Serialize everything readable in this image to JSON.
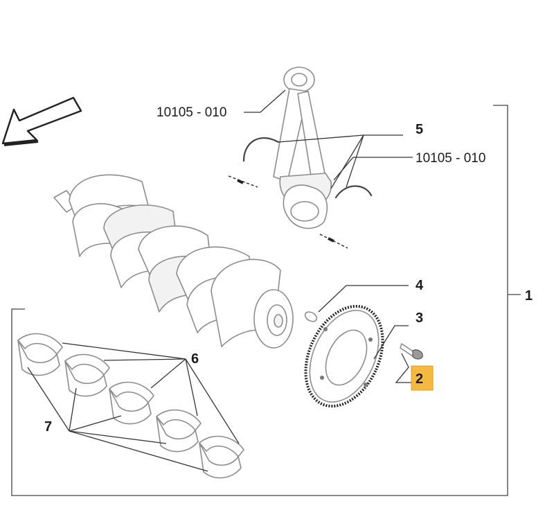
{
  "labels": {
    "ref_top": "10105 - 010",
    "ref_right": "10105 - 010",
    "item_1": "1",
    "item_2": "2",
    "item_3": "3",
    "item_4": "4",
    "item_5": "5",
    "item_6": "6",
    "item_7": "7"
  },
  "colors": {
    "highlight": "#f4b940",
    "lines": "#333333",
    "parts": "#8c8c8c"
  }
}
